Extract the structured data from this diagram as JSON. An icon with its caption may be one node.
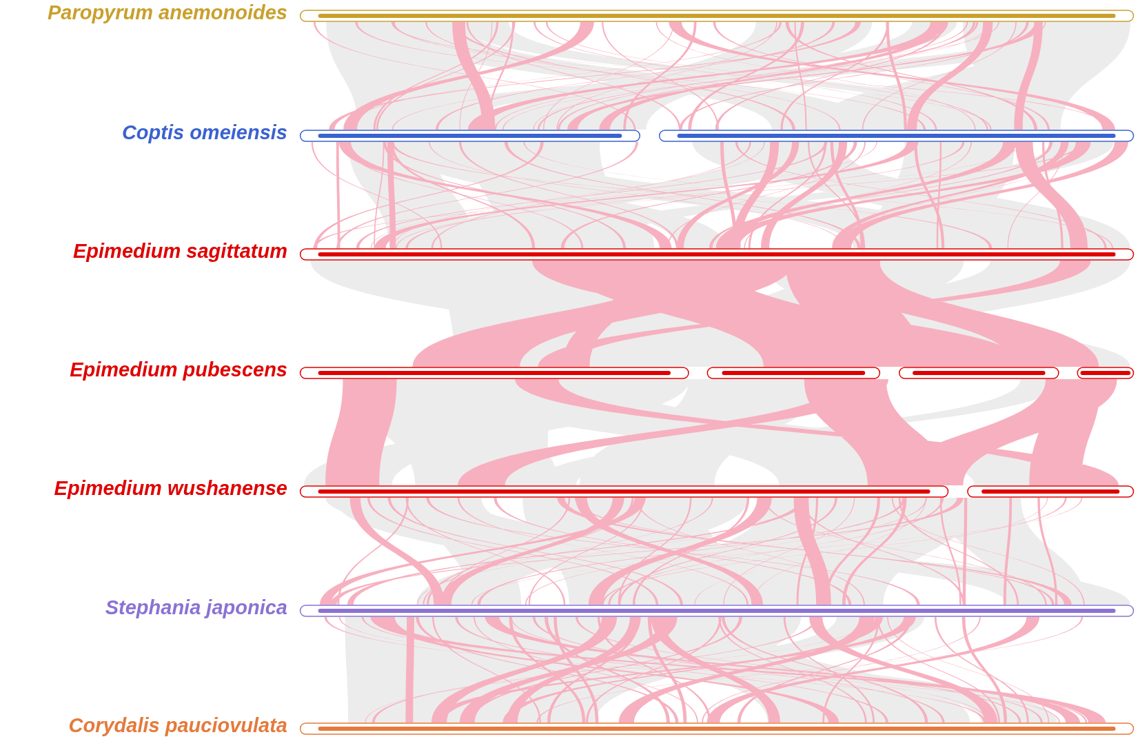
{
  "diagram": {
    "labels": [
      "Paropyrum anemonoides",
      "Coptis omeiensis",
      "Epimedium sagittatum",
      "Epimedium pubescens",
      "Epimedium wushanense",
      "Stephania japonica",
      "Corydalis pauciovulata"
    ]
  }
}
